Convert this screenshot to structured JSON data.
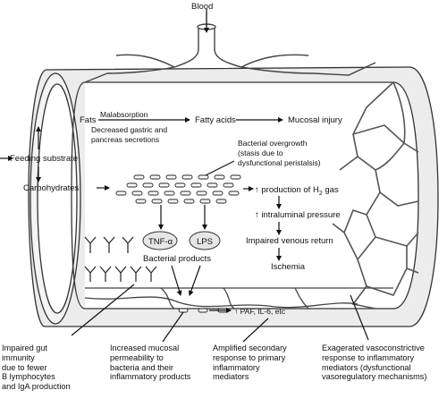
{
  "diagram": {
    "blood_label": "Blood",
    "fats": "Fats",
    "malabsorption": "Malabsorption",
    "decreased_secretions": [
      "Decreased gastric and",
      "pancreas secretions"
    ],
    "fatty_acids": "Fatty acids",
    "mucosal_injury": "Mucosal injury",
    "feeding_substrate": "Feeding substrate",
    "carbohydrates": "Carbohydrates",
    "bacterial_overgrowth": [
      "Bacterial overgrowth",
      "(stasis due to",
      "dysfunctional peristalsis)"
    ],
    "production_h2_prefix": "↑ production of H",
    "production_h2_sub": "2",
    "production_h2_suffix": " gas",
    "intraluminal_pressure": "↑ intraluminal pressure",
    "impaired_venous_return": "Impaired venous return",
    "ischemia": "Ischemia",
    "tnf": "TNF-α",
    "lps": "LPS",
    "bacterial_products": "Bacterial products",
    "mediators_line": "↑ PAF, IL-6, etc"
  },
  "captions": {
    "impaired_gut_immunity": [
      "Impaired gut",
      "immunity",
      "due to fewer",
      "B lymphocytes",
      "and IgA production"
    ],
    "increased_permeability": [
      "Increased mucosal",
      "permeability to",
      "bacteria and their",
      "inflammatory products"
    ],
    "amplified_response": [
      "Amplified secondary",
      "response to primary",
      "inflammatory",
      "mediators"
    ],
    "exaggerated_vasoconstrictive": [
      "Exagerated vasoconstrictive",
      "response to inflammatory",
      "mediators (dysfunctional",
      "vasoregulatory mechanisms)"
    ]
  }
}
